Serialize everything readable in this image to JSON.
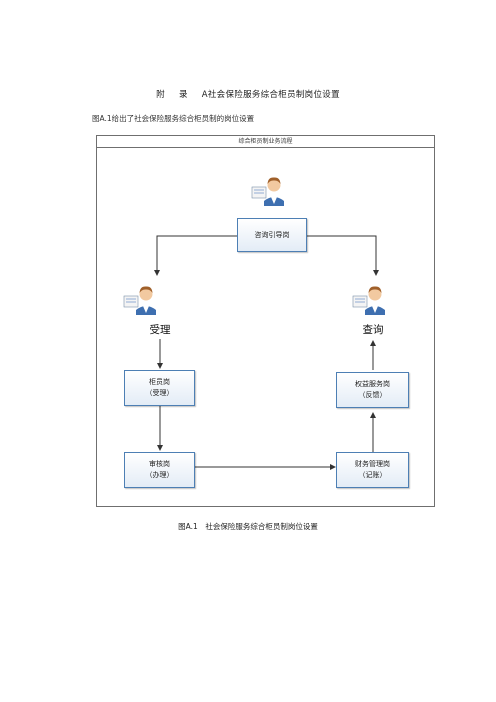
{
  "heading": {
    "prefix": "附",
    "middle": "录",
    "title": "A社会保险服务综合柜员制岗位设置"
  },
  "intro": "图A.1给出了社会保险服务综合柜员制的岗位设置",
  "diagram": {
    "frame_title": "综合柜员制业务流程",
    "top_box": "咨询引导岗",
    "left_role": "受理",
    "right_role": "查询",
    "box_counter": {
      "line1": "柜员岗",
      "line2": "（受理）"
    },
    "box_rights": {
      "line1": "权益服务岗",
      "line2": "（反馈）"
    },
    "box_review": {
      "line1": "审核岗",
      "line2": "（办理）"
    },
    "box_finance": {
      "line1": "财务管理岗",
      "line2": "（记账）"
    }
  },
  "caption": "图A.1　社会保险服务综合柜员制岗位设置"
}
